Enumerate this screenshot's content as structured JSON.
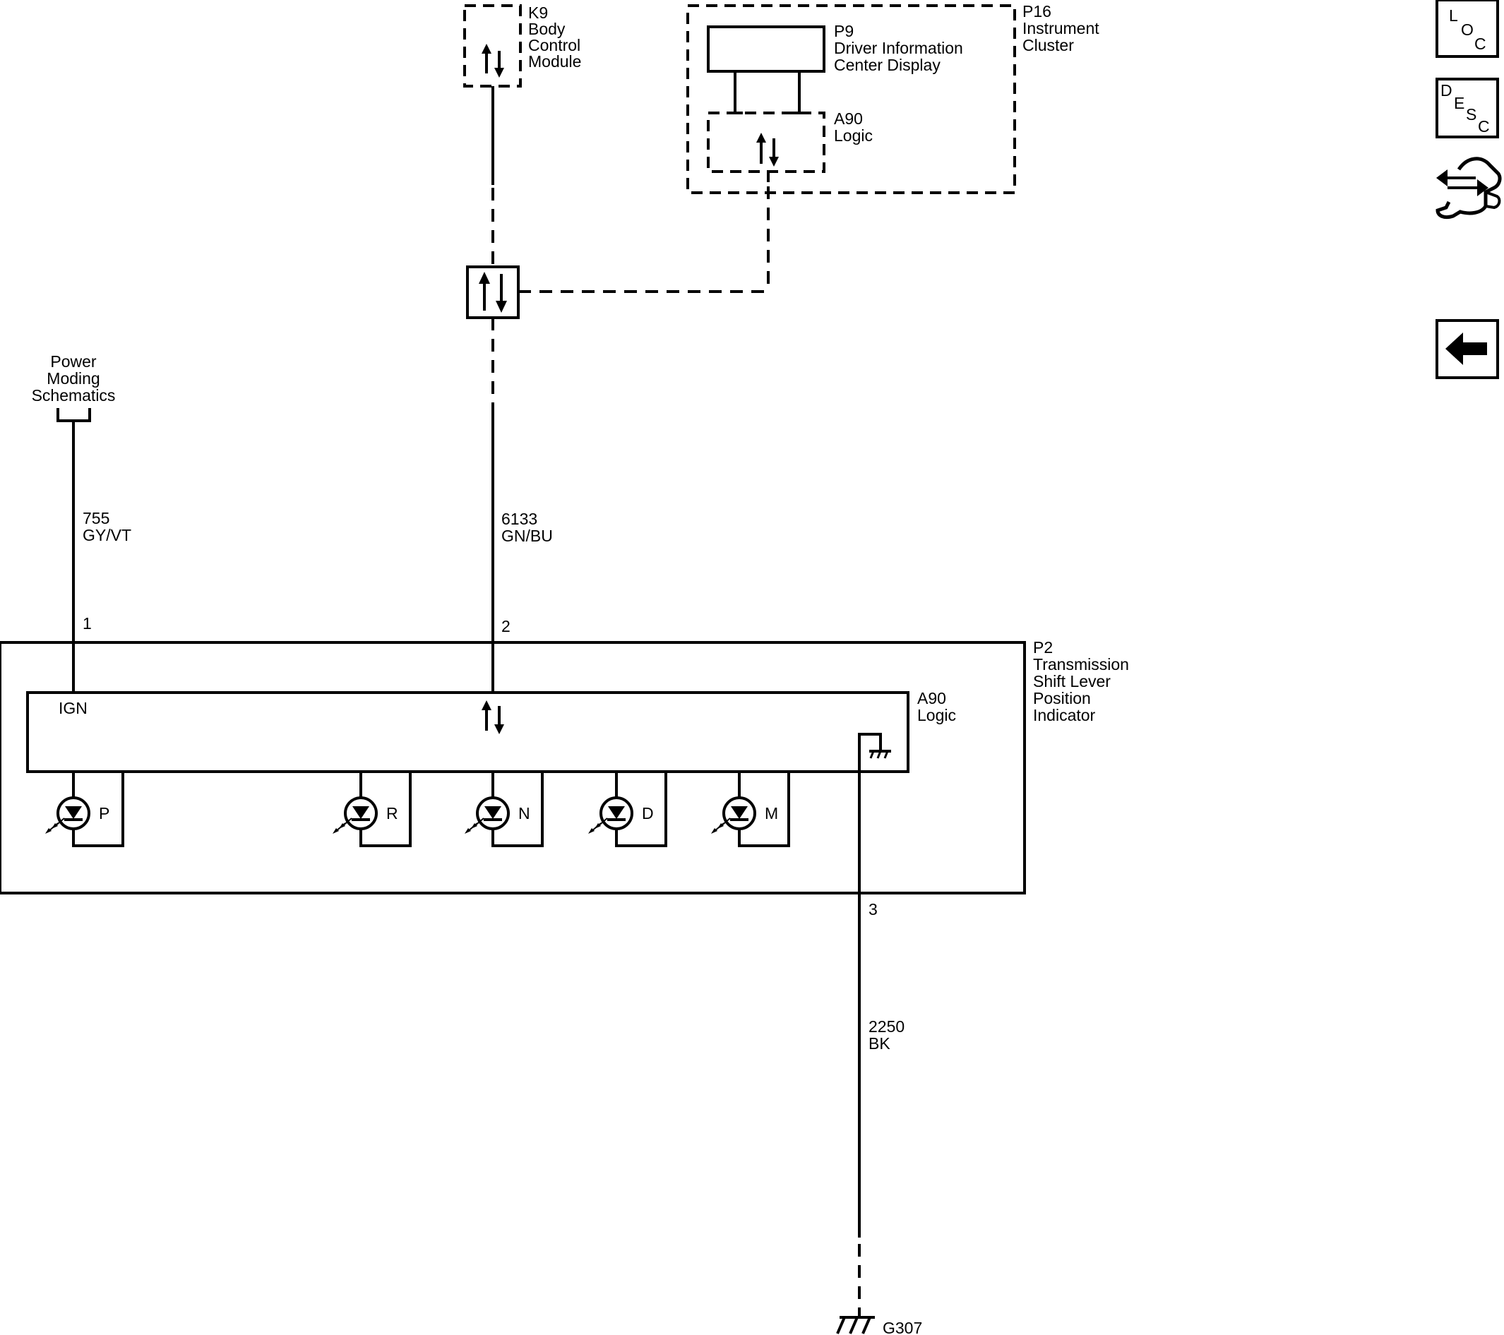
{
  "modules": {
    "k9": {
      "ref": "K9",
      "line1": "Body",
      "line2": "Control",
      "line3": "Module"
    },
    "p16": {
      "ref": "P16",
      "line1": "Instrument",
      "line2": "Cluster"
    },
    "p9": {
      "ref": "P9",
      "line1": "Driver Information",
      "line2": "Center Display"
    },
    "p16_logic": {
      "ref": "A90",
      "line1": "Logic"
    },
    "p2": {
      "ref": "P2",
      "line1": "Transmission",
      "line2": "Shift Lever",
      "line3": "Position",
      "line4": "Indicator"
    },
    "p2_logic": {
      "ref": "A90",
      "line1": "Logic",
      "ign_label": "IGN"
    }
  },
  "power": {
    "line1": "Power",
    "line2": "Moding",
    "line3": "Schematics"
  },
  "wires": [
    {
      "circuit": "755",
      "color": "GY/VT",
      "pin": "1"
    },
    {
      "circuit": "6133",
      "color": "GN/BU",
      "pin": "2"
    },
    {
      "circuit": "2250",
      "color": "BK",
      "pin": "3"
    }
  ],
  "leds": [
    "P",
    "R",
    "N",
    "D",
    "M"
  ],
  "ground": {
    "label": "G307"
  },
  "nav": {
    "loc": [
      "L",
      "O",
      "C"
    ],
    "desc": [
      "D",
      "E",
      "S",
      "C"
    ],
    "icons": [
      "connector-harness-icon",
      "back-arrow-icon"
    ]
  }
}
